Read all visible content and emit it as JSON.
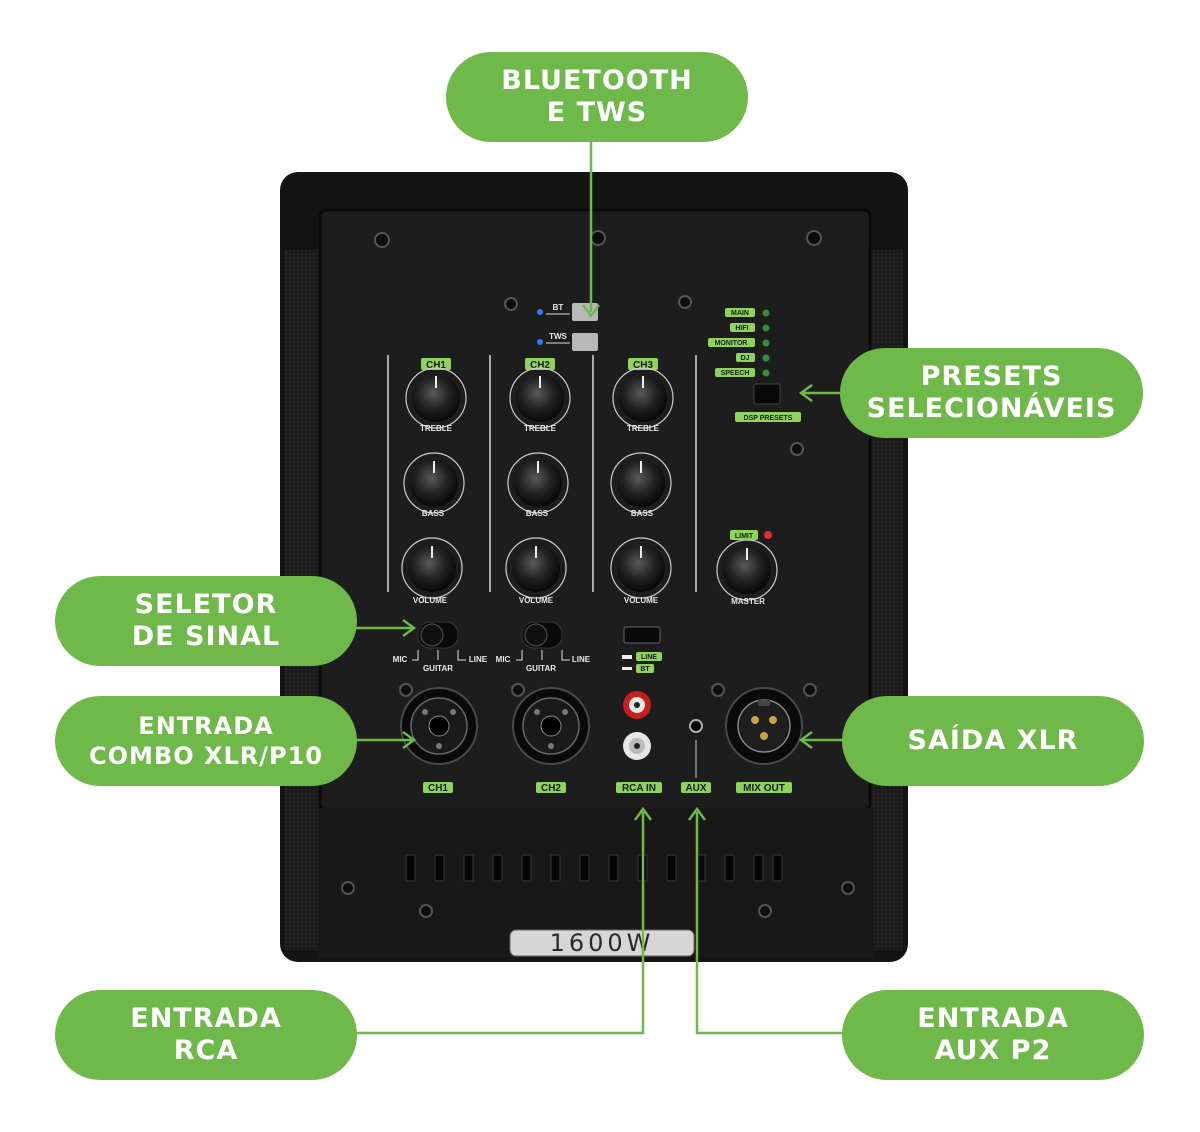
{
  "callouts": {
    "bluetooth": {
      "line1": "BLUETOOTH",
      "line2": "E TWS"
    },
    "presets": {
      "line1": "PRESETS",
      "line2": "SELECIONÁVEIS"
    },
    "selector": {
      "line1": "SELETOR",
      "line2": "DE SINAL"
    },
    "combo": {
      "line1": "ENTRADA",
      "line2": "COMBO XLR/P10"
    },
    "xlr_out": {
      "line1": "SAÍDA XLR"
    },
    "rca": {
      "line1": "ENTRADA",
      "line2": "RCA"
    },
    "aux": {
      "line1": "ENTRADA",
      "line2": "AUX P2"
    }
  },
  "panel": {
    "bt_label": "BT",
    "tws_label": "TWS",
    "channels": [
      "CH1",
      "CH2",
      "CH3"
    ],
    "knob_labels": {
      "treble": "TREBLE",
      "bass": "BASS",
      "volume": "VOLUME"
    },
    "master_label": "MASTER",
    "limit_label": "LIMIT",
    "presets": [
      "MAIN",
      "HIFI",
      "MONITOR",
      "DJ",
      "SPEECH"
    ],
    "dsp_label": "DSP PRESETS",
    "switch_labels": {
      "mic": "MIC",
      "guitar": "GUITAR",
      "line": "LINE"
    },
    "line_bt": {
      "line": "LINE",
      "bt": "BT"
    },
    "inputs": {
      "ch1": "CH1",
      "ch2": "CH2",
      "rca": "RCA IN",
      "aux": "AUX",
      "mix": "MIX OUT"
    },
    "power_badge": "1600W"
  },
  "colors": {
    "accent_green": "#6fb84a",
    "tag_green": "#8fd45a",
    "panel_black": "#1b1b1b"
  }
}
